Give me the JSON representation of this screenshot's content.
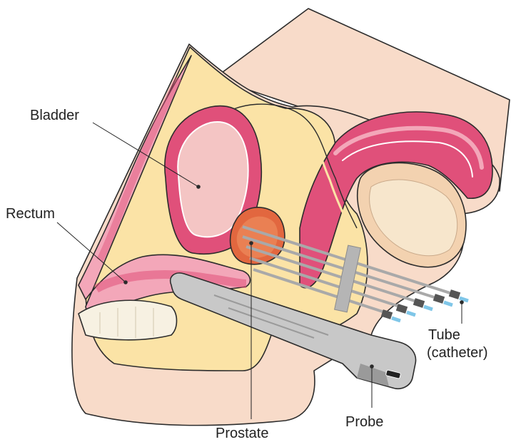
{
  "labels": {
    "bladder": "Bladder",
    "rectum": "Rectum",
    "prostate": "Prostate",
    "probe": "Probe",
    "tube_line1": "Tube",
    "tube_line2": "(catheter)"
  },
  "colors": {
    "skin": "#f8dbc9",
    "tissue": "#fbe3a6",
    "muscle": "#e0507a",
    "muscle_light": "#f3a7b9",
    "bladder_fill": "#f4c5c4",
    "prostate": "#e2673f",
    "probe": "#c8c8c8",
    "template_grid": "#b5b5b5",
    "catheter": "#a9a9a9",
    "catheter_tip": "#7fc6e8",
    "bone": "#f7f1e2"
  },
  "icons": {
    "probe_window": "probe-window-icon"
  }
}
